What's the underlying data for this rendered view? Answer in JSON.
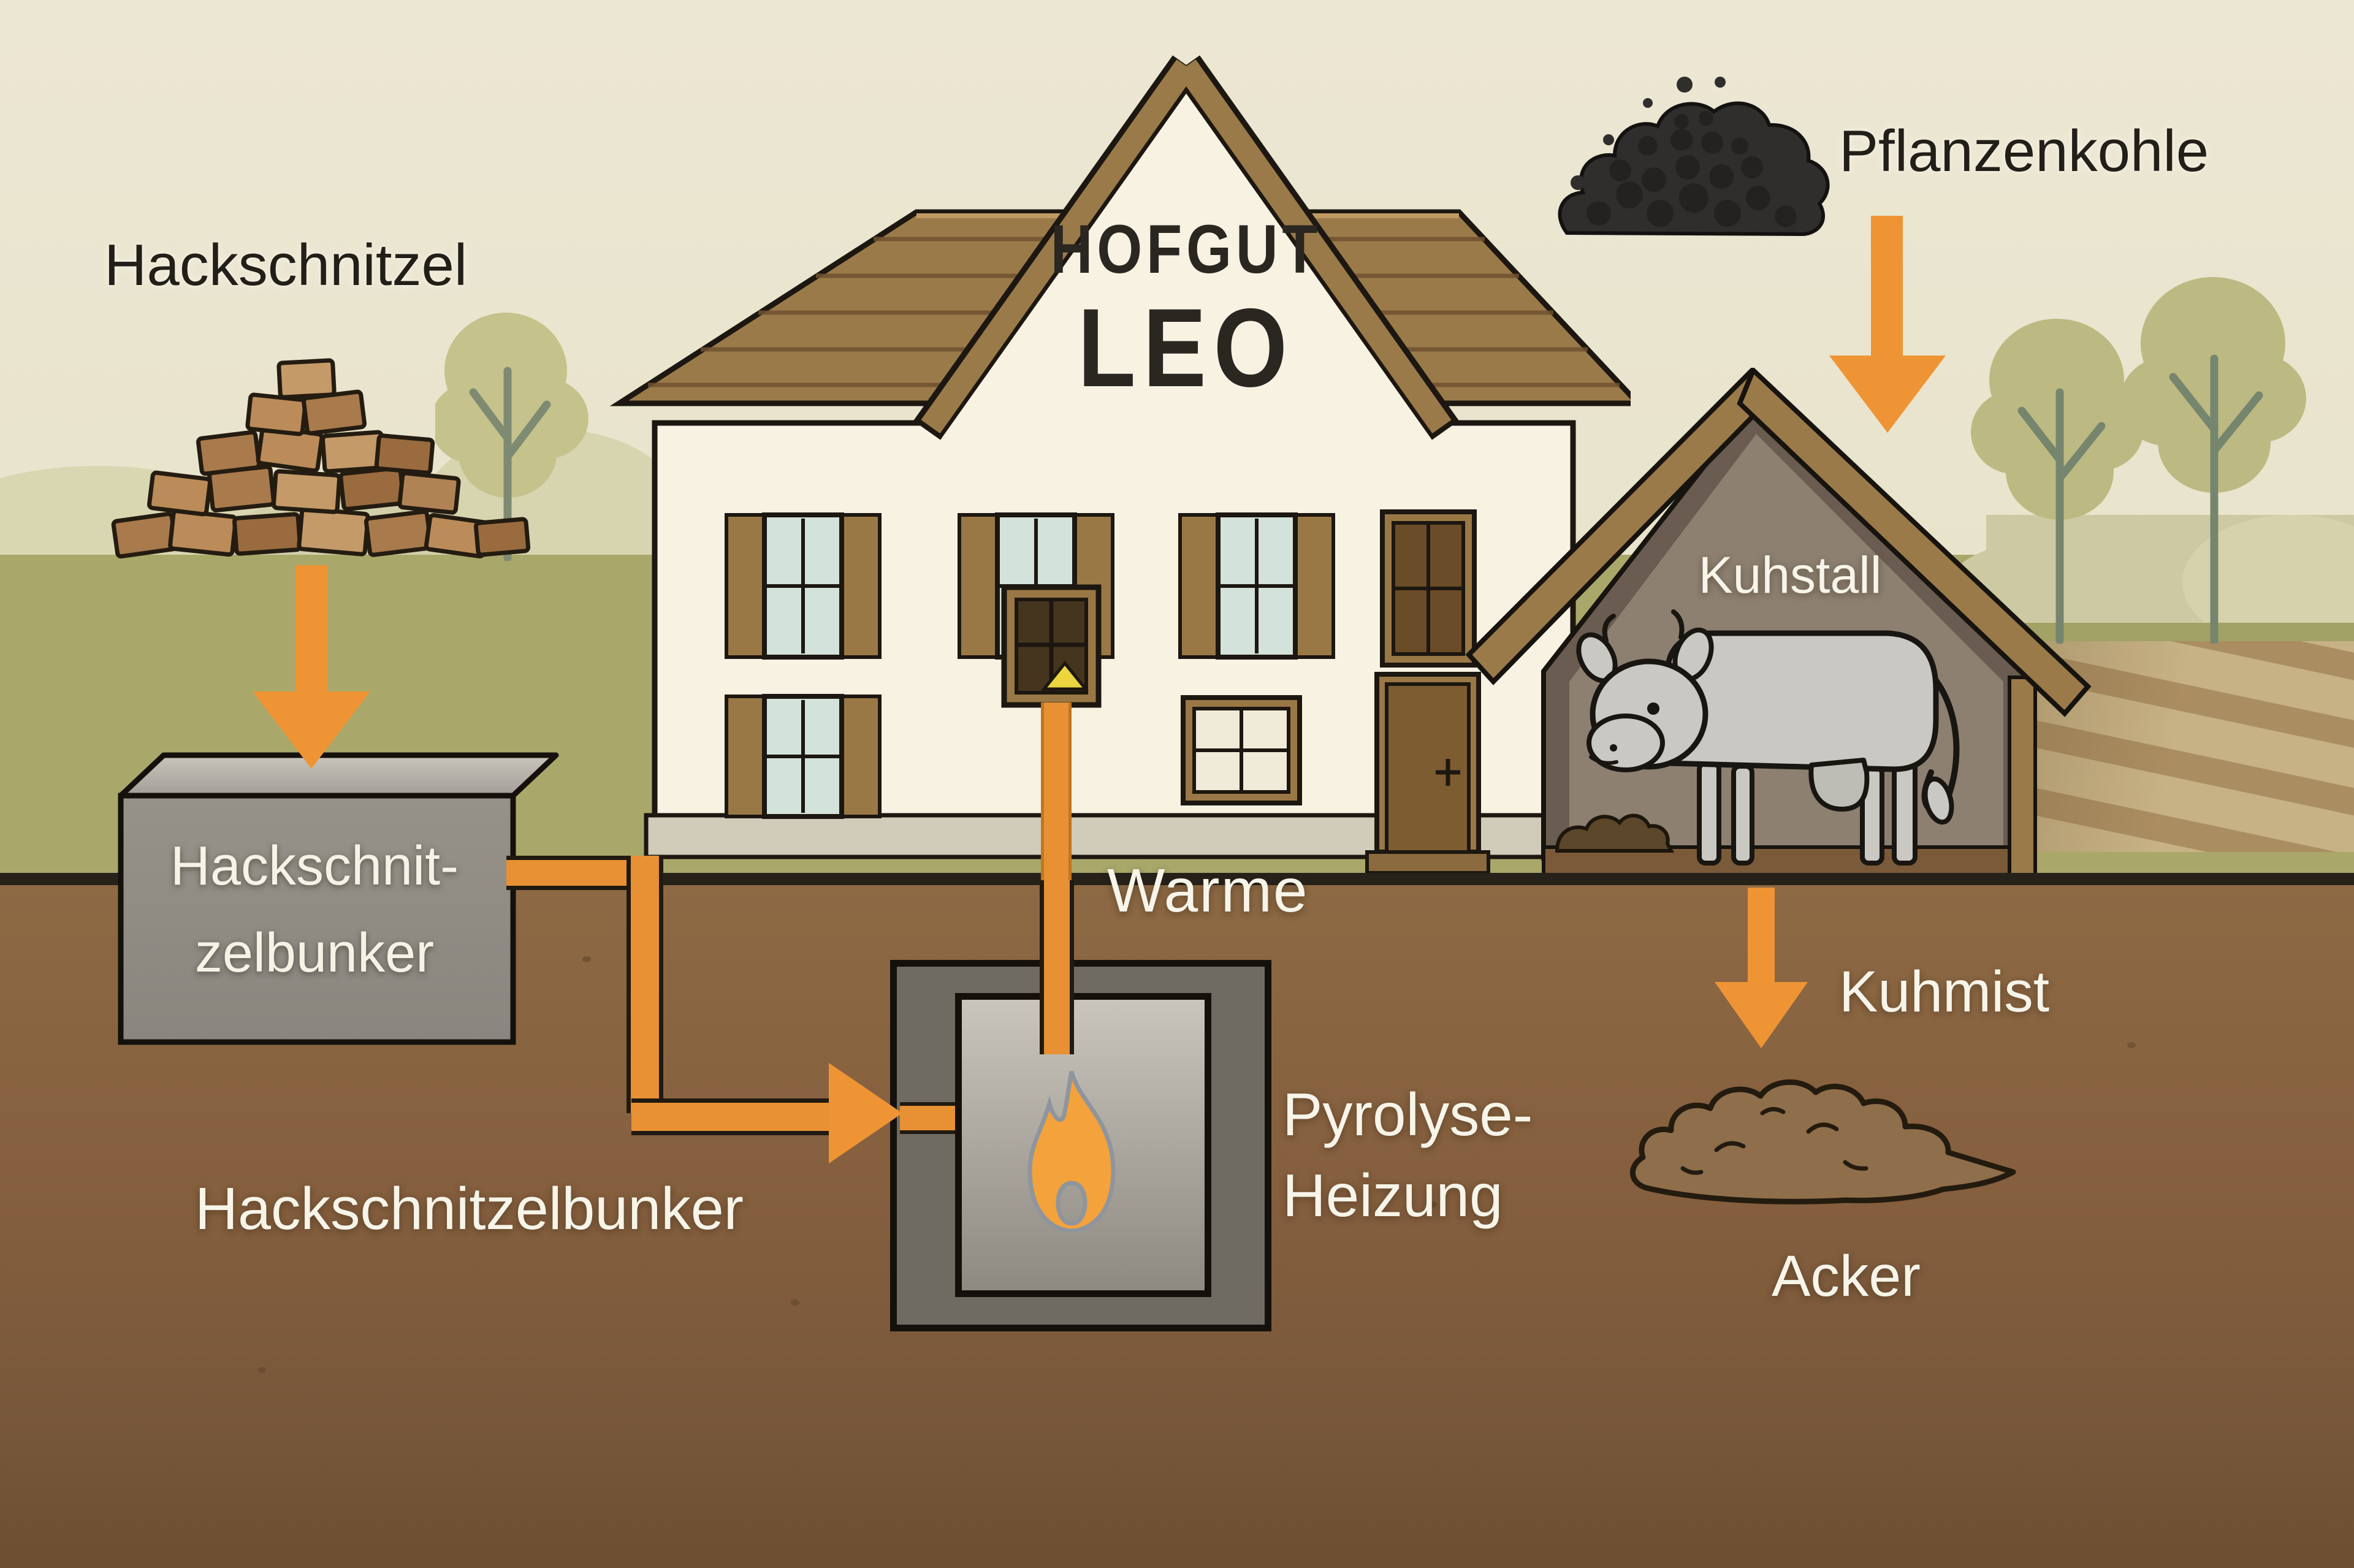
{
  "diagram": {
    "labels": {
      "hackschnitzel": "Hackschnitzel",
      "pflanzenkohle": "Pflanzenkohle",
      "house_name_line1": "HOFGUT",
      "house_name_line2": "LEO",
      "kuhstall": "Kuhstall",
      "bunker_line1": "Hackschnit-",
      "bunker_line2": "zelbunker",
      "bunker_caption": "Hackschnitzelbunker",
      "waerme": "Warme",
      "pyrolyse_line1": "Pyrolyse-",
      "pyrolyse_line2": "Heizung",
      "kuhmist": "Kuhmist",
      "acker": "Acker"
    },
    "icons": {
      "down_arrow": "orange flow arrow pointing down",
      "right_arrow": "orange flow arrow pointing right",
      "flame": "orange flame inside pyrolysis furnace",
      "cow": "gray cow standing in barn",
      "woodchip_pile": "pile of brown wood chips",
      "biochar_pile": "pile of black biochar",
      "manure_pile": "brown heap of cow manure",
      "tree": "stylized olive-green tree"
    },
    "colors": {
      "sky": "#ece7d3",
      "hill_light": "#d9d6b2",
      "grass": "#a9a86a",
      "ground": "#8d6944",
      "ground_line": "#26221a",
      "arrow_orange": "#ef9434",
      "pipe_orange": "#e79134",
      "roof_brown": "#9b7a4a",
      "wall_cream": "#f7f2e2",
      "bunker_gray": "#908c85",
      "furnace_outer_gray": "#6f6b63",
      "furnace_inner_gray": "#bdb9b0",
      "barn_wall": "#8d8071",
      "cow_gray": "#c9c8c3",
      "coal_black": "#2f2e2c",
      "field_tan": "#c7b285",
      "field_brown": "#aa8d60",
      "text_dark": "#221f19",
      "text_light": "#f7f4e9",
      "window_glass": "#d3e2da",
      "lamp_yellow": "#ecd53e"
    }
  }
}
